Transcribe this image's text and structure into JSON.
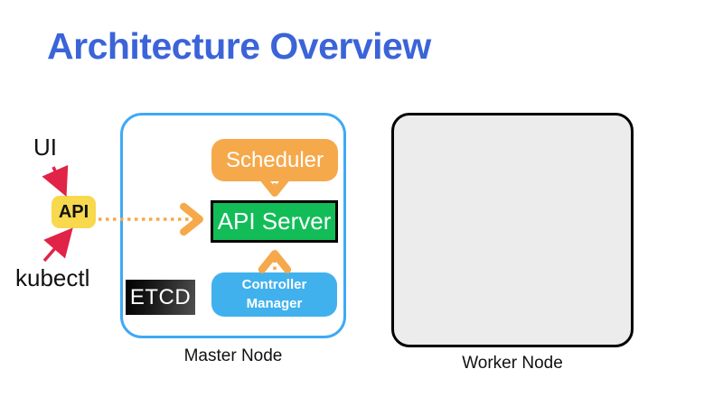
{
  "title": "Architecture Overview",
  "external_clients": {
    "ui_label": "UI",
    "api_label": "API",
    "kubectl_label": "kubectl"
  },
  "master_node": {
    "label": "Master Node",
    "components": {
      "scheduler": "Scheduler",
      "api_server": "API Server",
      "controller_manager": "Controller Manager",
      "etcd": "ETCD"
    }
  },
  "worker_node": {
    "label": "Worker Node"
  },
  "colors": {
    "title_blue": "#3b64d8",
    "master_border": "#3fa9f5",
    "scheduler_orange": "#f6a94b",
    "api_green": "#12bd58",
    "controller_blue": "#41b1ee",
    "badge_yellow": "#f8d84d",
    "arrow_red": "#e02346",
    "arrow_orange": "#f5a94b",
    "worker_gray": "#ececec"
  }
}
